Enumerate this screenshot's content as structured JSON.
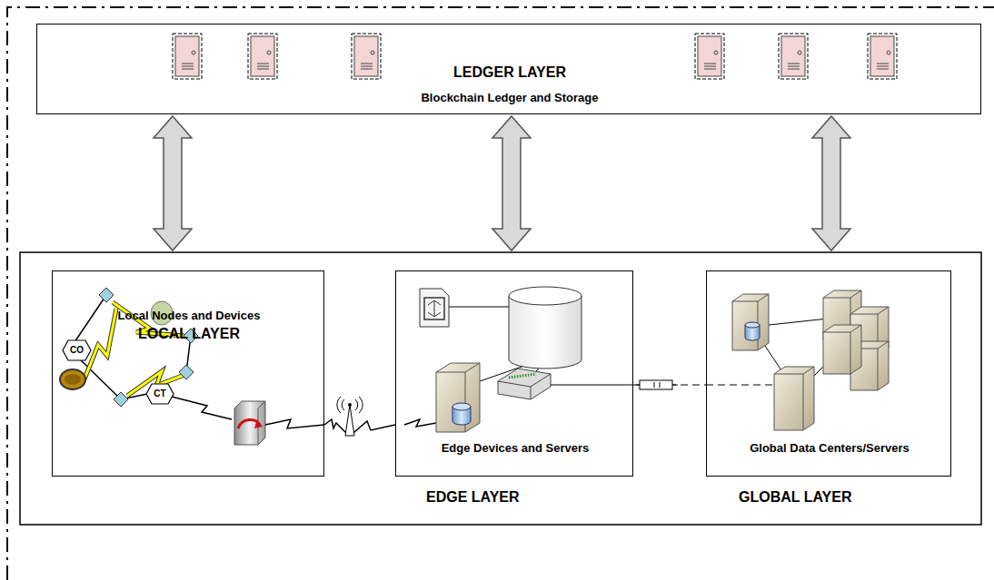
{
  "diagram": {
    "nodes": [
      {
        "text": [
          "LEDGER LAYER",
          "Blockchain Ledger and Storage"
        ]
      },
      {
        "text": [
          "Local Nodes and Devices",
          "LOCAL LAYER"
        ]
      },
      {
        "text": [
          "CO"
        ],
        "in": 1
      },
      {
        "text": [
          "CT"
        ],
        "in": 1
      },
      {
        "text": [
          "Edge Devices and Servers",
          "EDGE LAYER"
        ]
      },
      {
        "text": [
          "Global Data Centers/Servers",
          "GLOBAL LAYER"
        ]
      }
    ],
    "edges": [
      {
        "from": 0,
        "to": 1,
        "arrow": "both"
      },
      {
        "from": 0,
        "to": 4,
        "arrow": "both"
      },
      {
        "from": 0,
        "to": 5,
        "arrow": "both"
      },
      {
        "from": 1,
        "to": 4,
        "arrow": "none"
      },
      {
        "from": 4,
        "to": 5,
        "arrow": "none"
      }
    ]
  }
}
